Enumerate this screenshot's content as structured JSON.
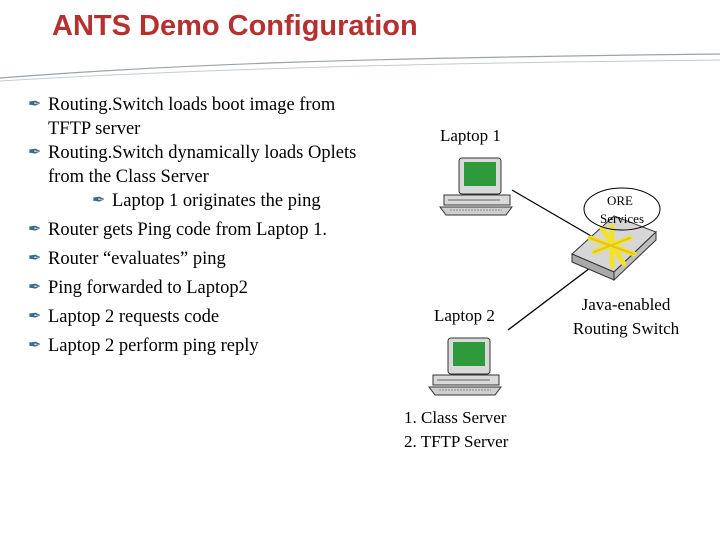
{
  "title": "ANTS Demo Configuration",
  "bullets": [
    {
      "text": "Routing.Switch loads boot image from",
      "cont": "TFTP server",
      "level": 1
    },
    {
      "text": "Routing.Switch dynamically loads Oplets",
      "cont": "from the Class Server",
      "level": 1
    },
    {
      "text": "Laptop 1 originates the ping",
      "cont": "",
      "level": 2
    },
    {
      "text": "Router gets Ping code from Laptop 1.",
      "cont": "",
      "level": 1
    },
    {
      "text": "Router “evaluates” ping",
      "cont": "",
      "level": 1
    },
    {
      "text": "Ping forwarded to Laptop2",
      "cont": "",
      "level": 1
    },
    {
      "text": "Laptop 2 requests code",
      "cont": "",
      "level": 1
    },
    {
      "text": "Laptop 2 perform ping reply",
      "cont": "",
      "level": 1
    }
  ],
  "bullet_icon": "feather-icon",
  "diagram": {
    "laptop1": "Laptop 1",
    "laptop2": "Laptop 2",
    "server_line1": "1. Class Server",
    "server_line2": "2. TFTP Server",
    "ore_line1": "ORE",
    "ore_line2": "Services",
    "switch_line1": "Java-enabled",
    "switch_line2": "Routing Switch"
  },
  "colors": {
    "title": "#b5312f",
    "screen": "#2e9a3c",
    "switch_icon": "#f2e22a"
  }
}
